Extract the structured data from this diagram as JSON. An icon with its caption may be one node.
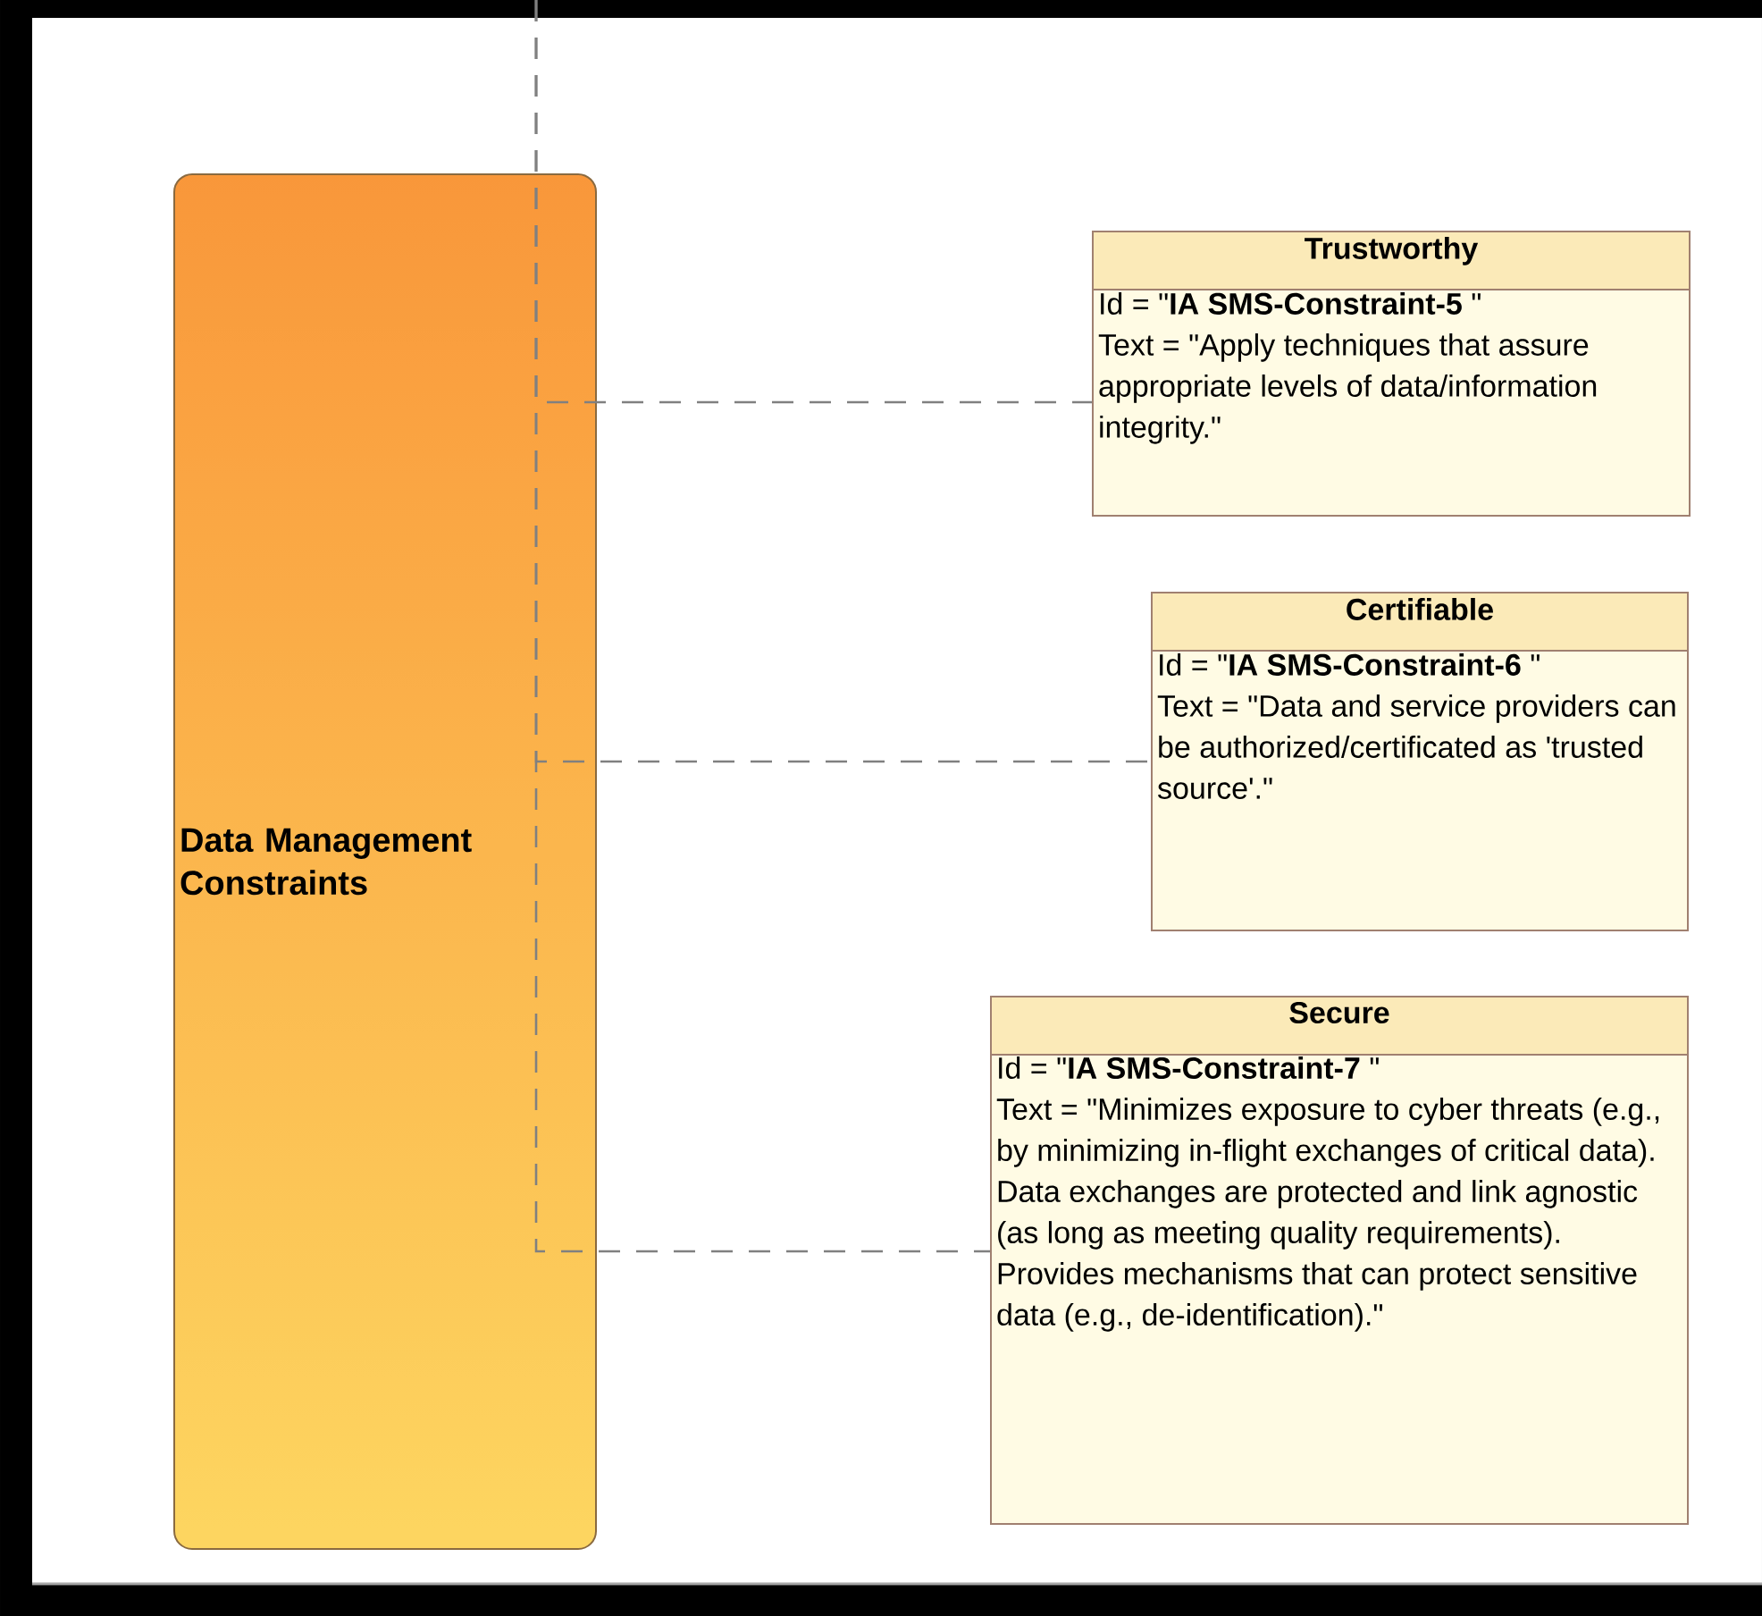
{
  "diagram": {
    "nodes": [
      {
        "text": [
          "Data Management Constraints"
        ]
      },
      {
        "text": [
          "Trustworthy",
          "Id = \"**IA SMS-Constraint-5** \"",
          "Text = \"Apply techniques that assure appropriate levels of data/information integrity.\""
        ]
      },
      {
        "text": [
          "Certifiable",
          "Id = \"**IA SMS-Constraint-6** \"",
          "Text = \"Data and service providers can be authorized/certificated as 'trusted source'.\""
        ]
      },
      {
        "text": [
          "Secure",
          "Id = \"**IA SMS-Constraint-7** \"",
          "Text = \"Minimizes exposure to cyber threats (e.g., by minimizing in-flight exchanges of critical data). Data exchanges are protected and link agnostic (as long as meeting quality requirements). Provides mechanisms that can protect sensitive data (e.g., de-identification).\""
        ]
      }
    ],
    "edges": [
      {
        "from": null,
        "to": 1,
        "arrow": "none",
        "style": "dashed"
      },
      {
        "from": null,
        "to": 2,
        "arrow": "none",
        "style": "dashed"
      },
      {
        "from": null,
        "to": 3,
        "arrow": "none",
        "style": "dashed"
      }
    ]
  }
}
